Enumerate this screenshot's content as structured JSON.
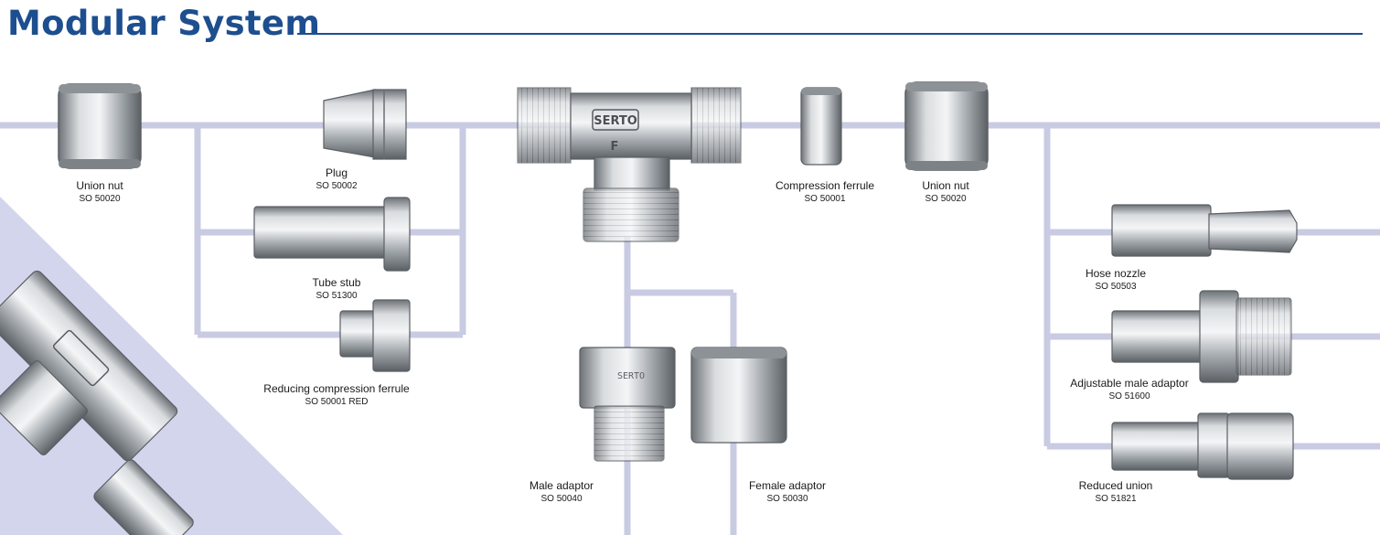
{
  "title": "Modular System",
  "colors": {
    "title": "#1d4e8f",
    "connector_lines": "#c9cbe3",
    "corner_panel": "#d3d5ec",
    "metal": "#b8bcc1"
  },
  "components": [
    {
      "id": "union-nut-left",
      "name": "Union nut",
      "code": "SO 50020"
    },
    {
      "id": "plug",
      "name": "Plug",
      "code": "SO 50002"
    },
    {
      "id": "tube-stub",
      "name": "Tube stub",
      "code": "SO 51300"
    },
    {
      "id": "reducing-compression-ferrule",
      "name": "Reducing compression ferrule",
      "code": "SO 50001 RED"
    },
    {
      "id": "compression-ferrule",
      "name": "Compression ferrule",
      "code": "SO 50001"
    },
    {
      "id": "union-nut-right",
      "name": "Union nut",
      "code": "SO 50020"
    },
    {
      "id": "male-adaptor",
      "name": "Male adaptor",
      "code": "SO 50040"
    },
    {
      "id": "female-adaptor",
      "name": "Female adaptor",
      "code": "SO 50030"
    },
    {
      "id": "hose-nozzle",
      "name": "Hose nozzle",
      "code": "SO 50503"
    },
    {
      "id": "adjustable-male-adaptor",
      "name": "Adjustable male adaptor",
      "code": "SO 51600"
    },
    {
      "id": "reduced-union",
      "name": "Reduced union",
      "code": "SO 51821"
    }
  ],
  "tee_marking": {
    "brand": "SERTO",
    "letter": "F"
  },
  "adaptor_marking": "SERTO"
}
